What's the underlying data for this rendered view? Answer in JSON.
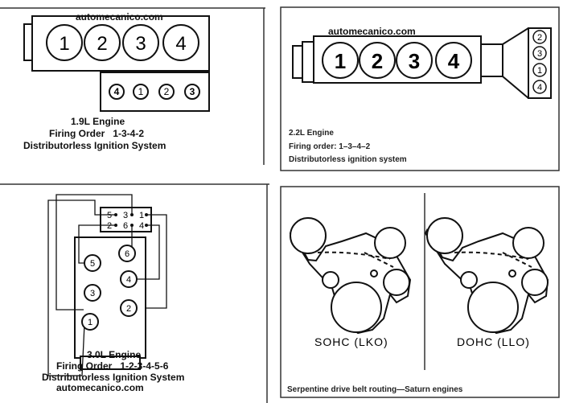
{
  "panel_tl": {
    "watermark": "automecanico.com",
    "cylinders": [
      "1",
      "2",
      "3",
      "4"
    ],
    "coil_pack": [
      "4",
      "1",
      "2",
      "3"
    ],
    "caption": [
      "1.9L Engine",
      "Firing Order   1-3-4-2",
      "Distributorless Ignition System"
    ]
  },
  "panel_tr": {
    "watermark": "automecanico.com",
    "cylinders": [
      "1",
      "2",
      "3",
      "4"
    ],
    "coil_pack": [
      "2",
      "3",
      "1",
      "4"
    ],
    "caption": [
      "2.2L Engine",
      "Firing order: 1–3–4–2",
      "Distributorless ignition system"
    ]
  },
  "panel_bl": {
    "coil_pack_top": [
      "5",
      "3",
      "1"
    ],
    "coil_pack_bottom": [
      "2",
      "6",
      "4"
    ],
    "left_bank": [
      "5",
      "3",
      "1"
    ],
    "right_bank": [
      "6",
      "4",
      "2"
    ],
    "caption": [
      "3.0L Engine",
      "Firing Order   1-2-3-4-5-6",
      "Distributorless Ignition System"
    ],
    "watermark": "automecanico.com"
  },
  "panel_br": {
    "left_label": "SOHC (LKO)",
    "right_label": "DOHC (LLO)",
    "caption": "Serpentine drive belt routing—Saturn engines"
  }
}
